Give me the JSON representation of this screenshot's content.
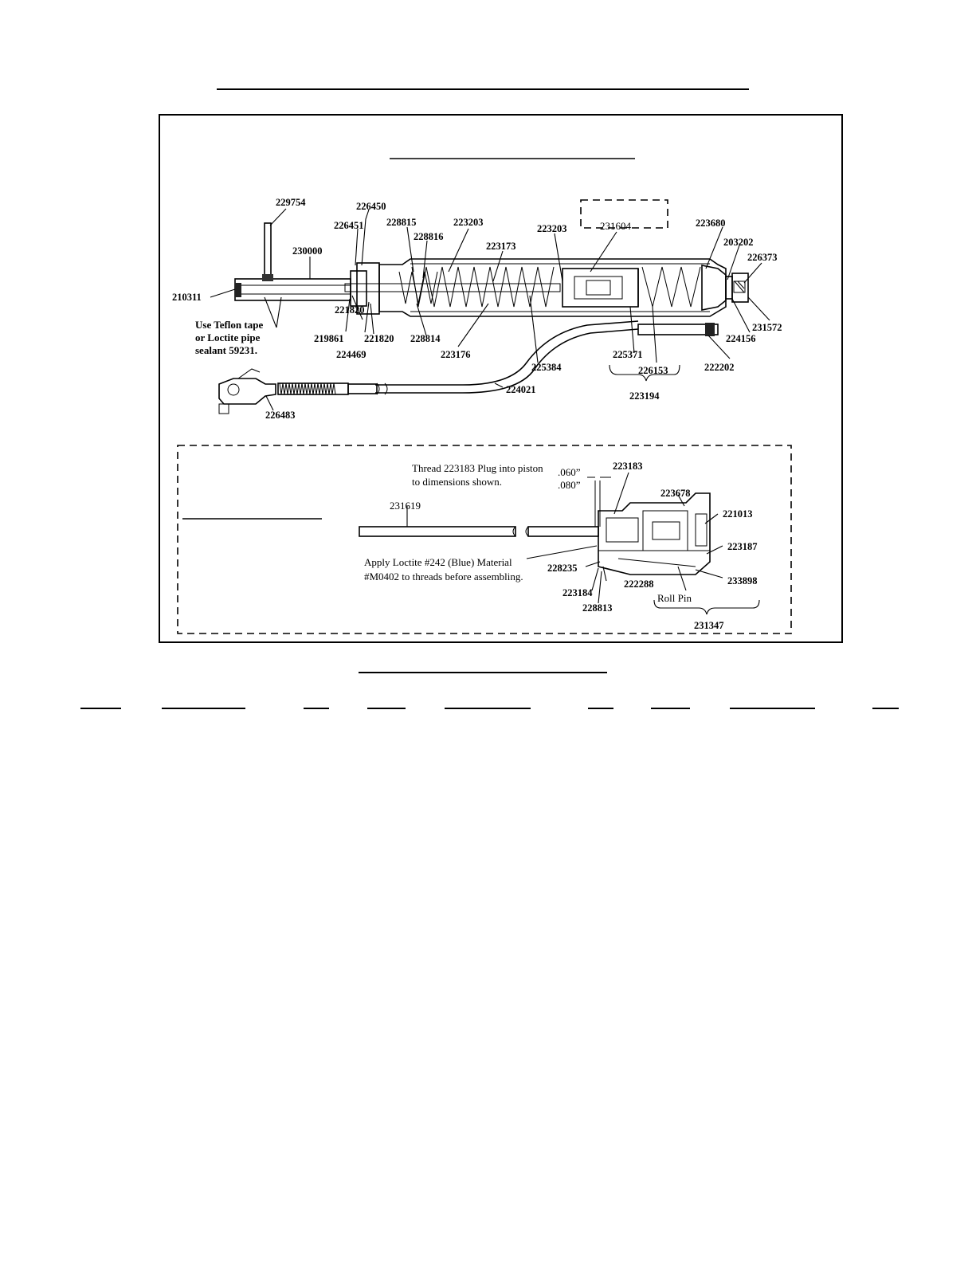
{
  "labels": {
    "p229754": "229754",
    "p226450": "226450",
    "p226451": "226451",
    "p228815": "228815",
    "p228816": "228816",
    "p223203a": "223203",
    "p223173": "223173",
    "p223203b": "223203",
    "p231604": "231604",
    "p223680": "223680",
    "p203202": "203202",
    "p226373": "226373",
    "p230000": "230000",
    "p210311": "210311",
    "p221820a": "221820",
    "p219861": "219861",
    "p221820b": "221820",
    "p228814": "228814",
    "p224469": "224469",
    "p223176": "223176",
    "p225384": "225384",
    "p225371": "225371",
    "p226153": "226153",
    "p223194": "223194",
    "p222202": "222202",
    "p224156": "224156",
    "p231572": "231572",
    "p224021": "224021",
    "p226483": "226483",
    "p223183": "223183",
    "p223678": "223678",
    "p221013": "221013",
    "p223187": "223187",
    "p233898": "233898",
    "p231619": "231619",
    "p228235": "228235",
    "p222288": "222288",
    "p223184": "223184",
    "p228813": "228813",
    "p231347": "231347",
    "roll_pin": "Roll Pin"
  },
  "notes": {
    "teflon_line1": "Use Teflon tape",
    "teflon_line2": "or Loctite pipe",
    "teflon_line3": "sealant 59231.",
    "thread_line1": "Thread 223183 Plug into piston",
    "thread_line2": "to dimensions shown.",
    "dim1": ".060”",
    "dim2": ".080”",
    "loctite_line1": "Apply Loctite #242 (Blue) Material",
    "loctite_line2": "#M0402 to threads before assembling."
  }
}
